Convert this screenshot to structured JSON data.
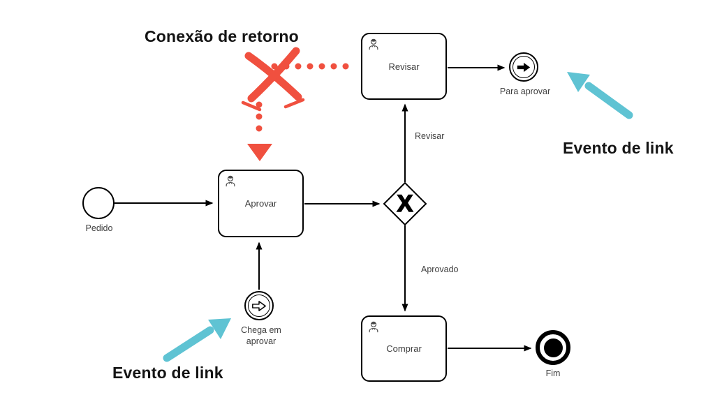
{
  "diagram": {
    "kind": "bpmn-process",
    "annotations": {
      "return_connection": "Conexão de retorno",
      "link_event_bottom": "Evento de link",
      "link_event_top": "Evento de link"
    },
    "nodes": {
      "start_event": {
        "label": "Pedido"
      },
      "task_aprovar": {
        "label": "Aprovar"
      },
      "task_revisar": {
        "label": "Revisar"
      },
      "task_comprar": {
        "label": "Comprar"
      },
      "gateway_exclusive": {
        "marker": "X"
      },
      "link_throw_event": {
        "label": "Para aprovar"
      },
      "link_catch_event": {
        "label": "Chega em aprovar"
      },
      "end_event": {
        "label": "Fim"
      }
    },
    "flows": {
      "gateway_to_revisar": {
        "label": "Revisar"
      },
      "gateway_to_comprar": {
        "label": "Aprovado"
      }
    },
    "colors": {
      "stroke": "#000000",
      "label_text": "#3f3f3f",
      "annotation_text": "#141414",
      "red_accent": "#f0503f",
      "teal_accent": "#5fc3d3"
    }
  }
}
